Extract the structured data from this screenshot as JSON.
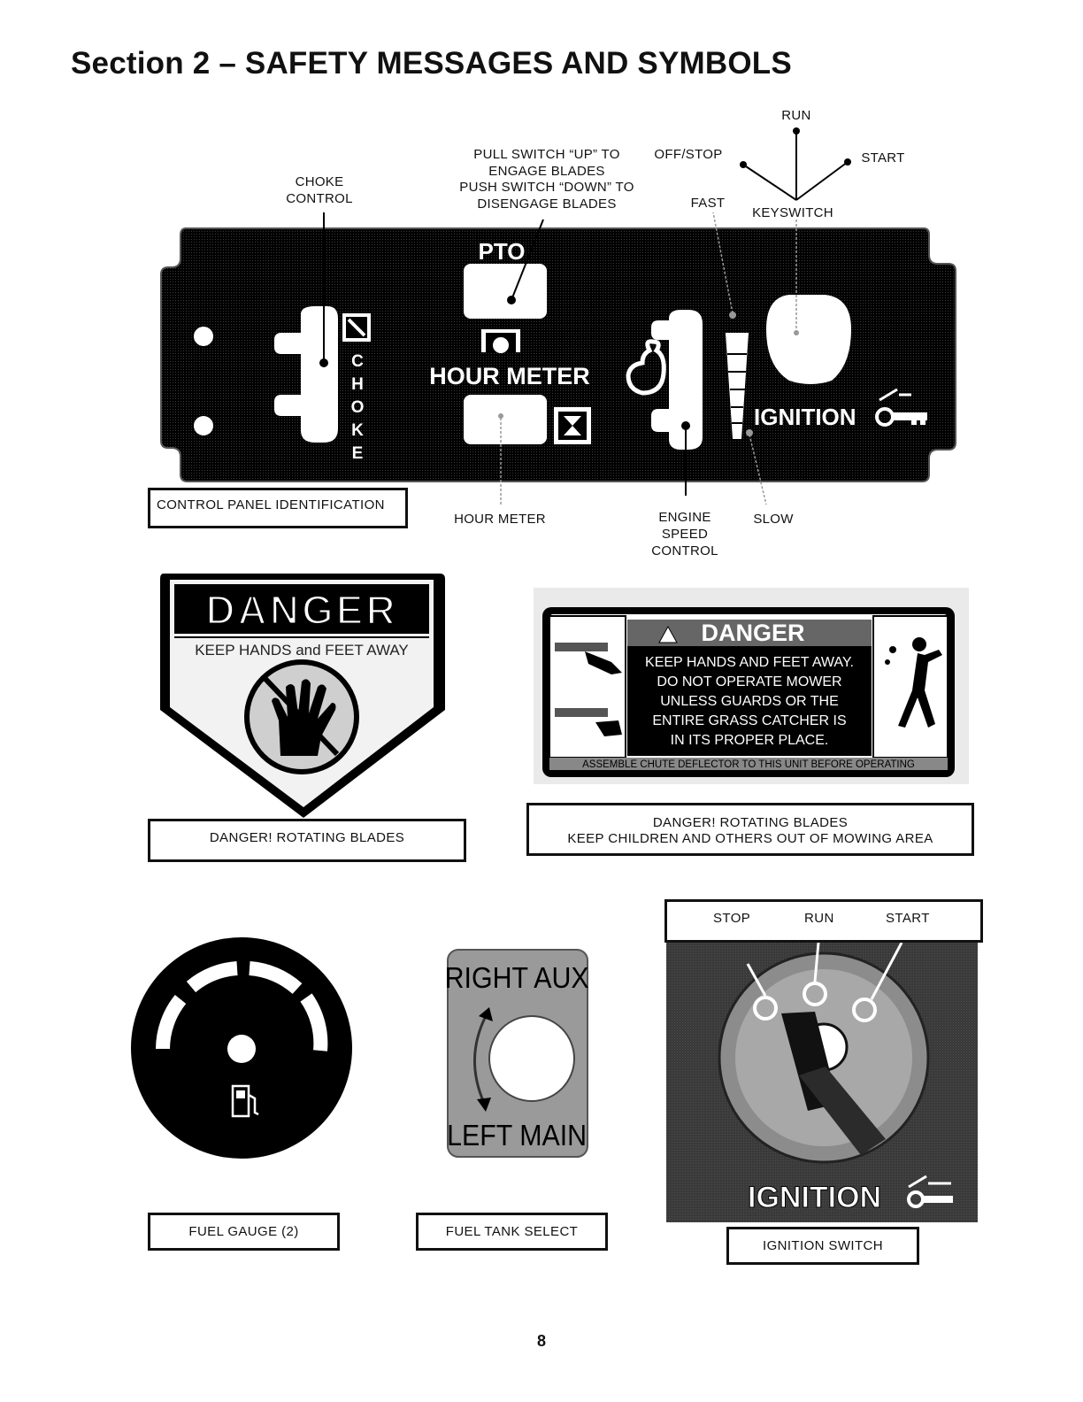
{
  "page": {
    "title": "Section 2 – SAFETY MESSAGES AND SYMBOLS",
    "page_number": "8"
  },
  "control_panel": {
    "callouts": {
      "choke": "CHOKE\nCONTROL",
      "pto": "PULL SWITCH “UP” TO\nENGAGE BLADES\nPUSH SWITCH “DOWN” TO\nDISENGAGE BLADES",
      "off_stop": "OFF/STOP",
      "run": "RUN",
      "start": "START",
      "fast": "FAST",
      "keyswitch": "KEYSWITCH",
      "hour_meter": "HOUR METER",
      "engine_speed": "ENGINE\nSPEED\nCONTROL",
      "slow": "SLOW"
    },
    "panel_text": {
      "pto": "PTO",
      "hour_meter": "HOUR METER",
      "choke": "CHOKE",
      "ignition": "IGNITION"
    },
    "caption": "CONTROL PANEL IDENTIFICATION"
  },
  "danger_decal_left": {
    "heading": "DANGER",
    "message": "KEEP HANDS and FEET AWAY",
    "caption": "DANGER!  ROTATING BLADES"
  },
  "danger_decal_right": {
    "heading": "DANGER",
    "message": [
      "KEEP HANDS AND FEET AWAY.",
      "DO NOT OPERATE MOWER",
      "UNLESS GUARDS OR THE",
      "ENTIRE GRASS CATCHER IS",
      "IN ITS PROPER PLACE."
    ],
    "footer": "ASSEMBLE CHUTE DEFLECTOR TO THIS UNIT BEFORE OPERATING",
    "caption": "DANGER!  ROTATING BLADES\nKEEP CHILDREN AND OTHERS OUT OF MOWING AREA"
  },
  "fuel_gauge": {
    "caption": "FUEL GAUGE (2)"
  },
  "fuel_tank_select": {
    "top_label": "RIGHT AUX",
    "bottom_label": "LEFT MAIN",
    "caption": "FUEL TANK SELECT"
  },
  "ignition_switch": {
    "positions": [
      "STOP",
      "RUN",
      "START"
    ],
    "label": "IGNITION",
    "caption": "IGNITION SWITCH"
  }
}
